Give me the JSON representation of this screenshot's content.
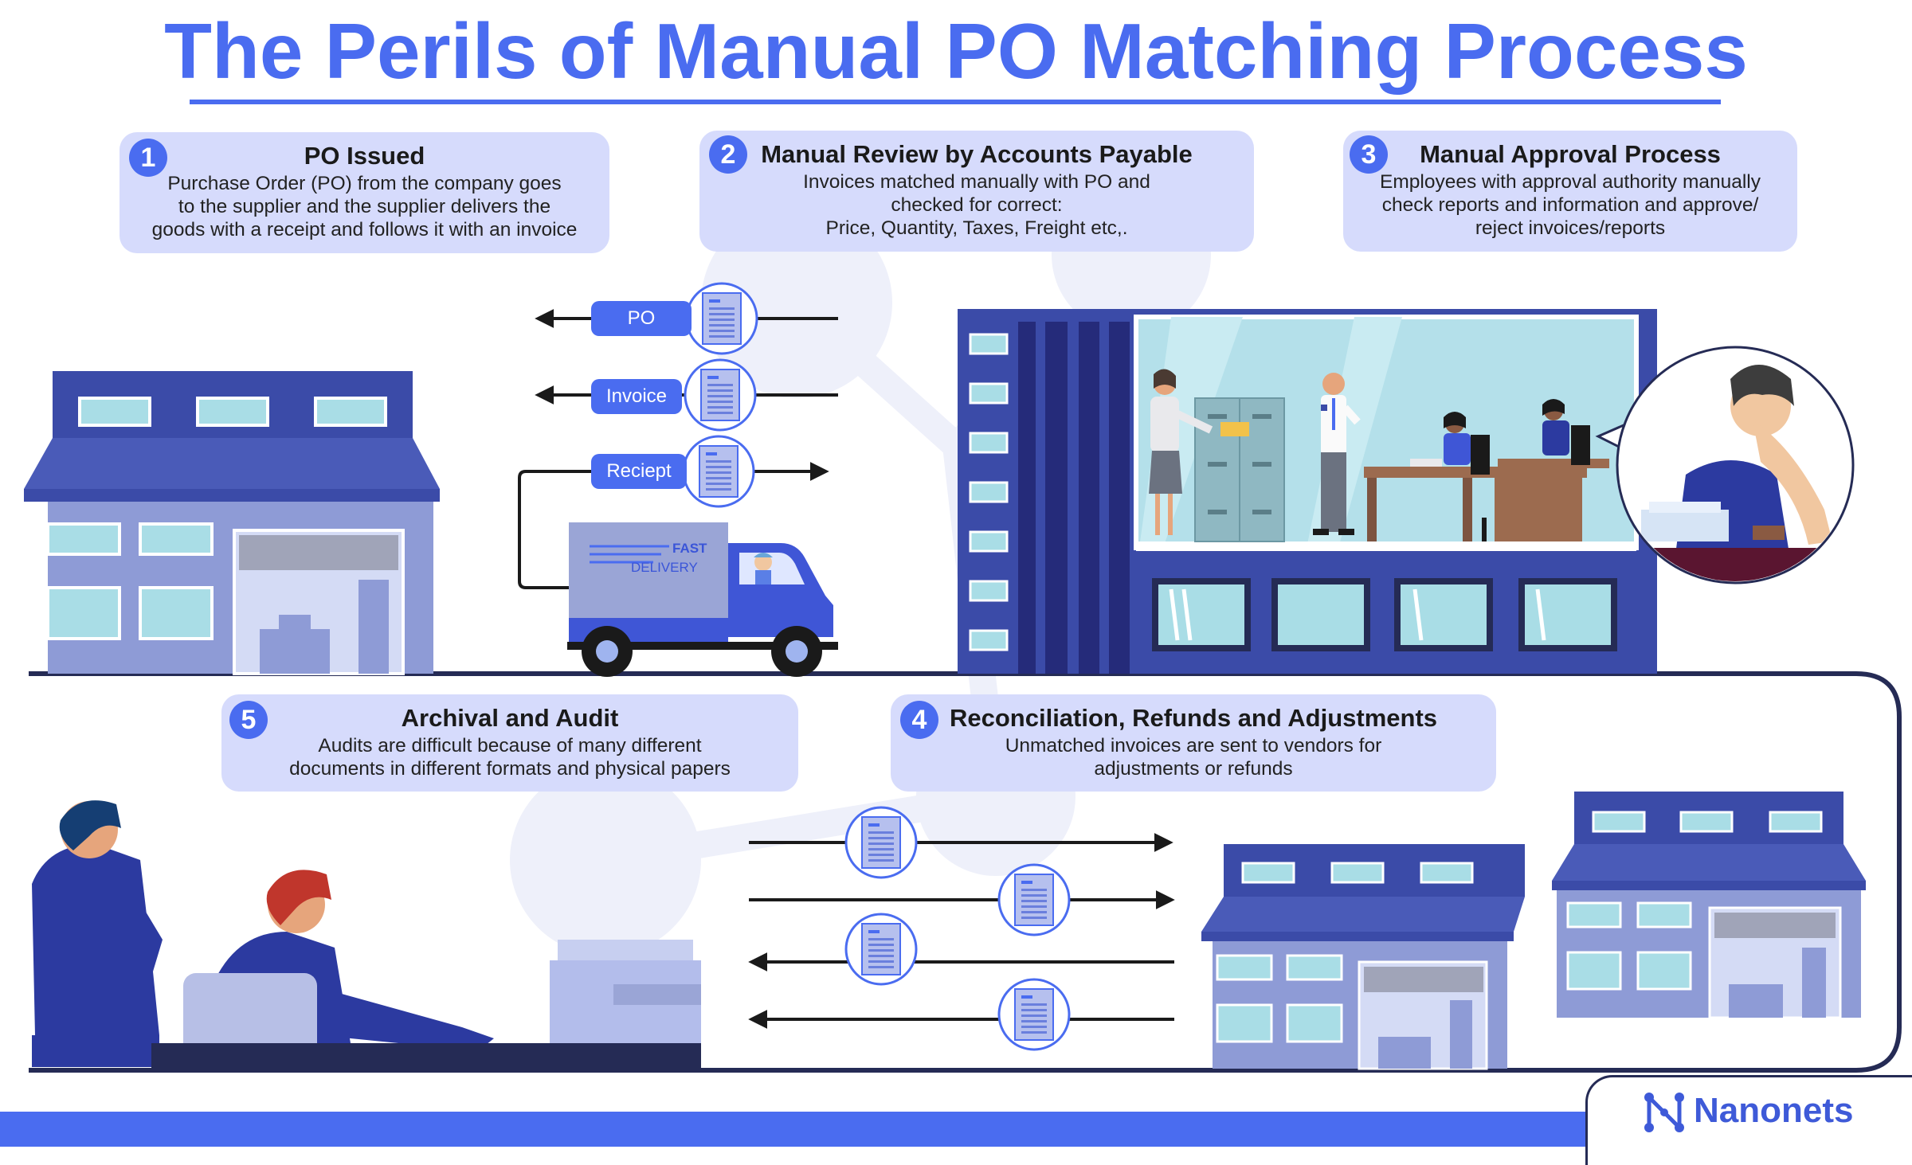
{
  "title": "The Perils of Manual PO Matching Process",
  "steps": [
    {
      "num": "1",
      "title": "PO Issued",
      "lines": [
        "Purchase Order (PO) from the company goes",
        "to the supplier and the supplier delivers the",
        "goods with a receipt and follows it with an invoice"
      ]
    },
    {
      "num": "2",
      "title": "Manual Review by Accounts Payable",
      "lines": [
        "Invoices matched manually with PO and",
        "checked for correct:",
        "Price, Quantity, Taxes, Freight etc,."
      ]
    },
    {
      "num": "3",
      "title": "Manual Approval Process",
      "lines": [
        "Employees with approval authority manually",
        "check reports and information and approve/",
        "reject invoices/reports"
      ]
    },
    {
      "num": "4",
      "title": "Reconciliation, Refunds and Adjustments",
      "lines": [
        "Unmatched invoices are sent to vendors for",
        "adjustments or refunds"
      ]
    },
    {
      "num": "5",
      "title": "Archival and Audit",
      "lines": [
        "Audits are difficult because of many different",
        "documents in different formats and physical papers"
      ]
    }
  ],
  "document_flow": {
    "po_label": "PO",
    "invoice_label": "Invoice",
    "receipt_label": "Reciept"
  },
  "truck": {
    "line1": "FAST",
    "line2": "DELIVERY"
  },
  "brand": {
    "name": "Nanonets"
  },
  "colors": {
    "accent": "#4a6cf0",
    "card": "#d6dbfc",
    "building_dark": "#3b4ba8",
    "building_light": "#8e9bd6",
    "navy": "#252b55"
  }
}
